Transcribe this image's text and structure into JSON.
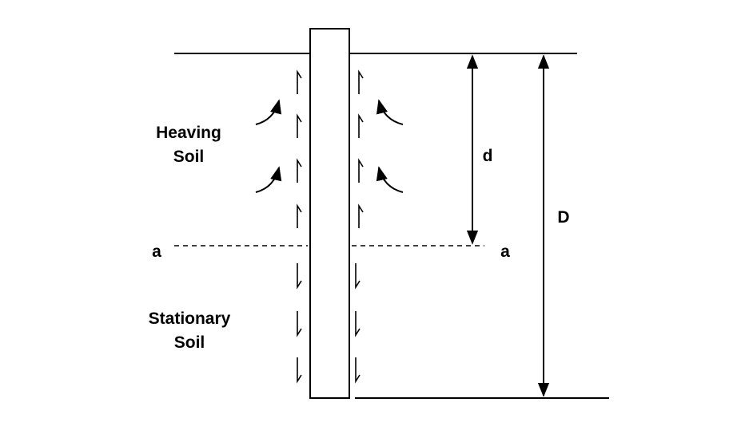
{
  "labels": {
    "heaving_line1": "Heaving",
    "heaving_line2": "Soil",
    "stationary_line1": "Stationary",
    "stationary_line2": "Soil",
    "section_left": "a",
    "section_right": "a",
    "depth_d": "d",
    "depth_D": "D"
  },
  "colors": {
    "line": "#000000",
    "background": "#ffffff"
  }
}
